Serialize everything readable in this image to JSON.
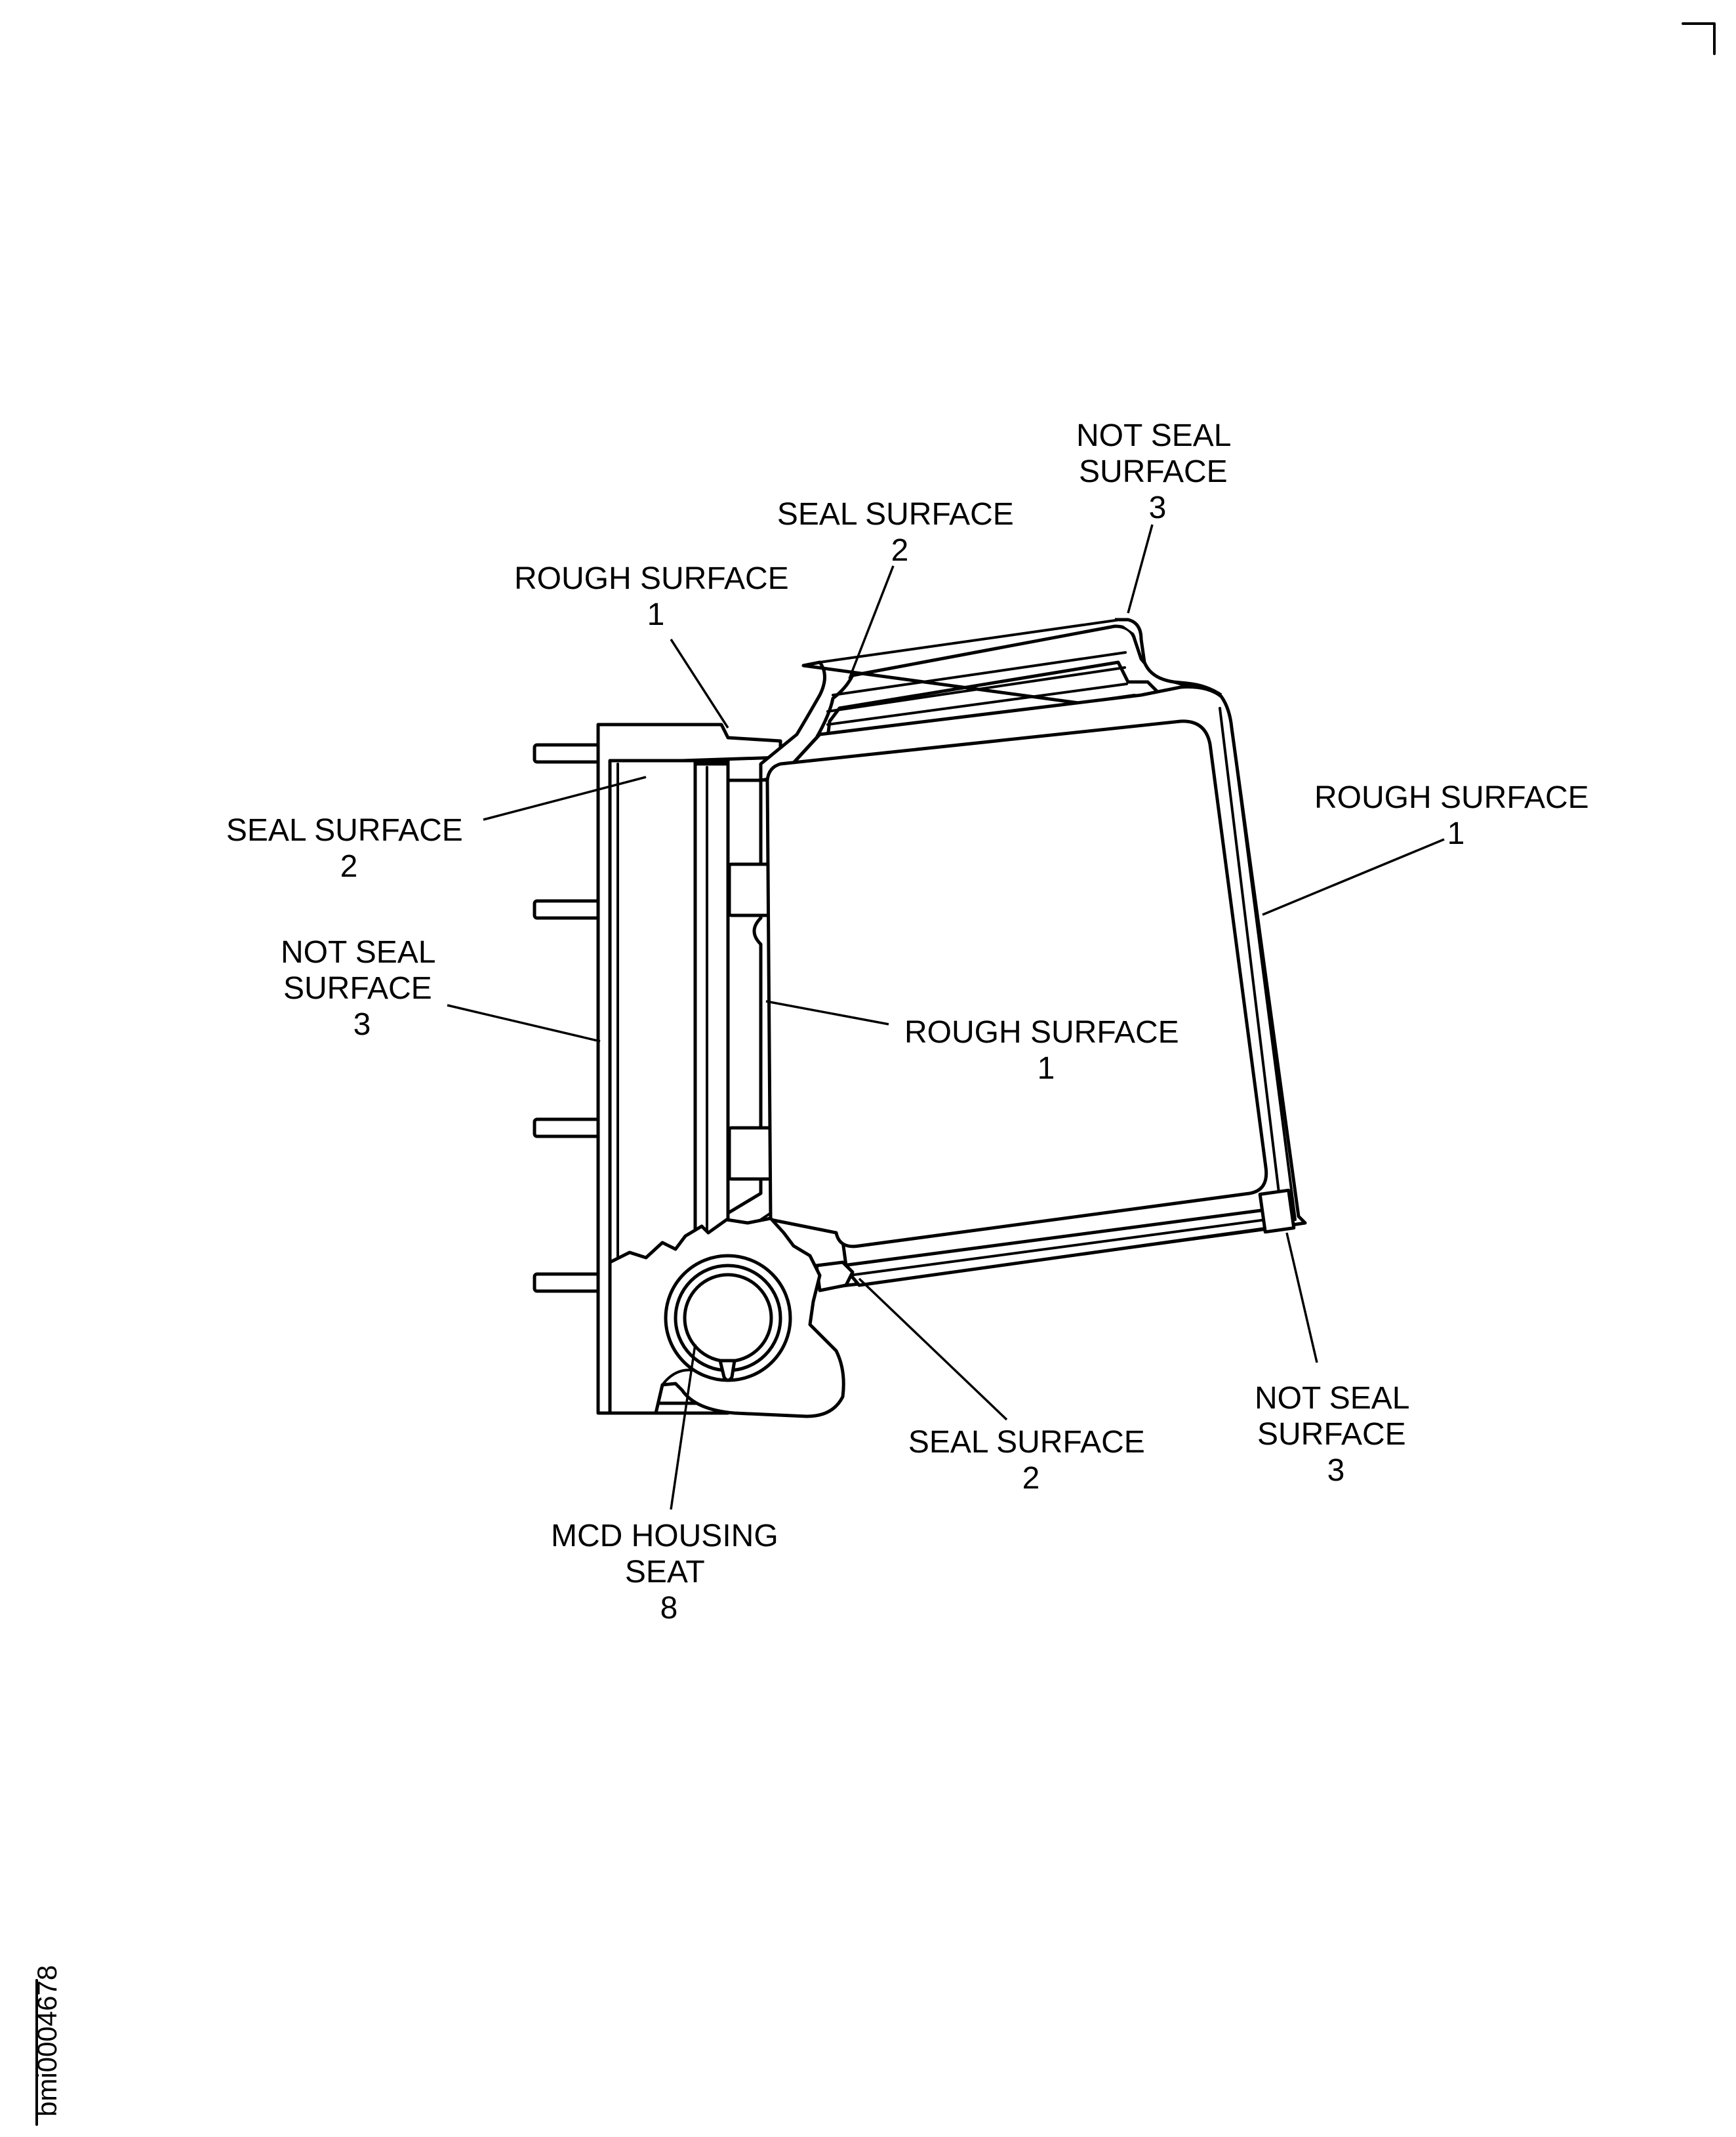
{
  "figure_id": "bmi0004678",
  "labels": {
    "rough_top": {
      "line1": "ROUGH SURFACE",
      "line2": "1"
    },
    "seal_top": {
      "line1": "SEAL SURFACE",
      "line2": "2"
    },
    "not_seal_top": {
      "line1": "NOT SEAL",
      "line2": "SURFACE",
      "line3": "3"
    },
    "rough_right": {
      "line1": "ROUGH SURFACE",
      "line2": "1"
    },
    "seal_left": {
      "line1": "SEAL SURFACE",
      "line2": "2"
    },
    "not_seal_left": {
      "line1": "NOT SEAL",
      "line2": "SURFACE",
      "line3": "3"
    },
    "rough_center": {
      "line1": "ROUGH SURFACE",
      "line2": "1"
    },
    "not_seal_bottom": {
      "line1": "NOT SEAL",
      "line2": "SURFACE",
      "line3": "3"
    },
    "seal_bottom": {
      "line1": "SEAL SURFACE",
      "line2": "2"
    },
    "mcd_housing": {
      "line1": "MCD HOUSING",
      "line2": "SEAT",
      "line3": "8"
    }
  }
}
